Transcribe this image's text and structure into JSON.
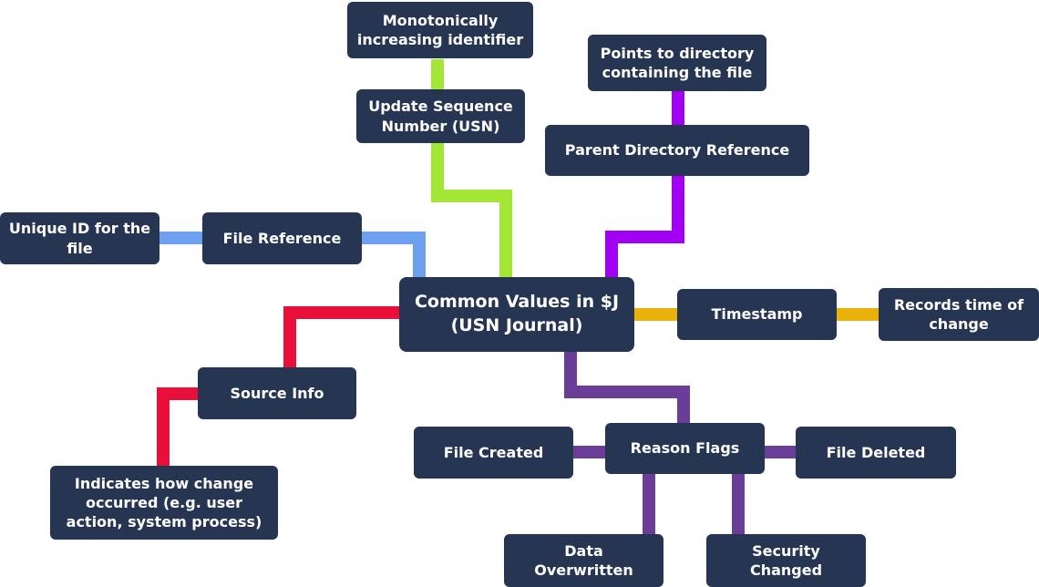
{
  "colors": {
    "node_fill": "#263551",
    "node_text": "#ffffff",
    "connector_green": "#a3e635",
    "connector_violet": "#a100f2",
    "connector_blue": "#6ea0f0",
    "connector_red": "#e8103a",
    "connector_gold": "#e9b10a",
    "connector_purple": "#6a3d97"
  },
  "nodes": {
    "center": "Common Values in $J (USN Journal)",
    "usn": "Update Sequence Number (USN)",
    "usn_desc": "Monotonically increasing identifier",
    "parent_ref": "Parent Directory Reference",
    "parent_desc": "Points to directory containing the file",
    "file_ref": "File Reference",
    "file_ref_desc": "Unique ID for the file",
    "timestamp": "Timestamp",
    "timestamp_desc": "Records time of change",
    "source_info": "Source Info",
    "source_desc": "Indicates how change occurred (e.g. user action, system process)",
    "reason_flags": "Reason Flags",
    "file_created": "File Created",
    "file_deleted": "File Deleted",
    "data_overwritten": "Data Overwritten",
    "security_changed": "Security Changed"
  }
}
